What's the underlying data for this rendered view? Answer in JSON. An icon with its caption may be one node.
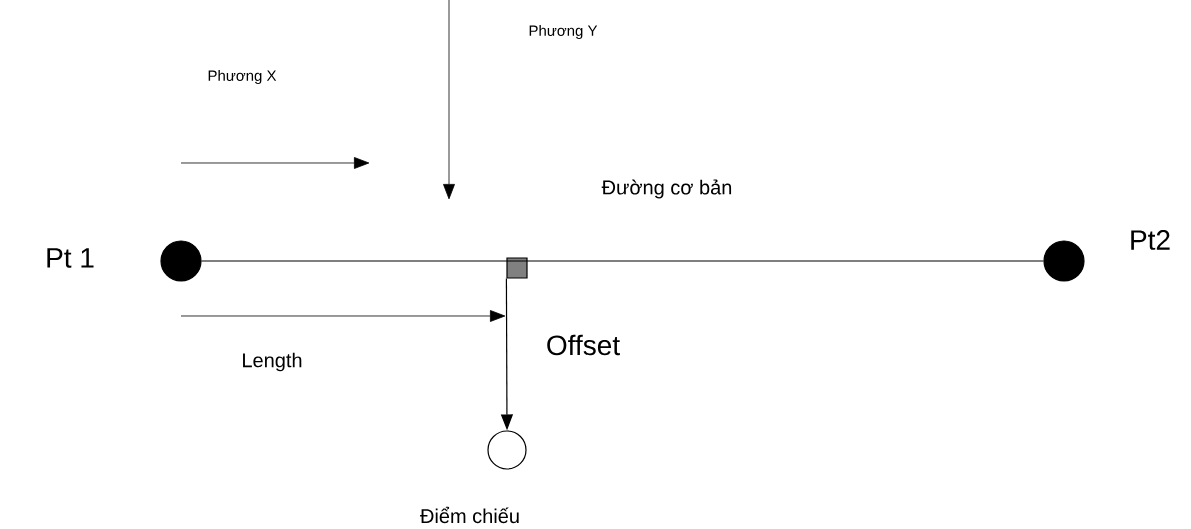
{
  "diagram": {
    "nodes": [
      {
        "text": [],
        "shape": "circle",
        "beside": [
          "Pt 1"
        ]
      },
      {
        "text": [],
        "shape": "circle",
        "beside": [
          "Pt2"
        ]
      },
      {
        "text": [],
        "shape": "box"
      },
      {
        "text": [],
        "shape": "circle",
        "beside": [
          "Điểm chiếu"
        ]
      }
    ],
    "edges": [
      {
        "from": 0,
        "to": 1,
        "arrow": "none",
        "label": "Đường cơ bản"
      },
      {
        "from": 2,
        "to": 3,
        "arrow": "to",
        "label": "Offset"
      }
    ],
    "labels": [
      "Phương X",
      "Phương Y",
      "Length"
    ]
  }
}
